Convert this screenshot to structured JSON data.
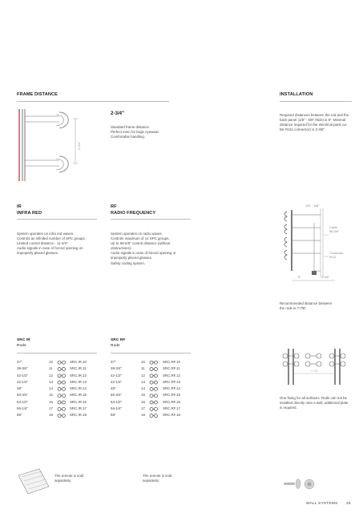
{
  "frame_distance": {
    "heading": "FRAME DISTANCE",
    "value": "2-3/4\"",
    "dim_label": "2-3/4\"",
    "lines": [
      "Standard frame distance.",
      "Perfect even for large eyewear.",
      "Comfortable handling."
    ]
  },
  "installation": {
    "heading": "INSTALLATION",
    "lines": [
      "Required distances between the rod and the",
      "back panel (1/8\" - 5/8\" thick) is 8\". Minimal",
      "distance required for the electrical parts ca-",
      "ble R111 connector) is 2-3/8\"."
    ],
    "top_dim": "1/8\" - 5/8\"",
    "cable_label": "Cable",
    "cable_value": "98-3/8\"",
    "connector_label": "Connector",
    "connector_value": "R111",
    "bottom_dim_left": "8\"",
    "bottom_dim_right": "2-3/8\"",
    "recommended_lines": [
      "Recommended distance between",
      "the rods is 7-7/8\"."
    ],
    "rod_dim": "7-7/8\"",
    "fixing_lines": [
      "One fixing for all surfaces. Rods can not be",
      "installed directly onto a wall, additional plate",
      "is required."
    ]
  },
  "ir": {
    "heading_1": "IR",
    "heading_2": "INFRA RED",
    "lines": [
      "System operates on infra red waves.",
      "Controls an infinited number of SPC groups.",
      "Limited control distance - 11-3/4\".",
      "Audio signals in case of forced opening on",
      "improperly placed glasses."
    ],
    "table_title_1": "SRC IR",
    "table_title_2": "Rods",
    "rows": [
      {
        "size": "37\"",
        "count": "10",
        "code": "SRC.IR.10"
      },
      {
        "size": "39-3/4\"",
        "count": "11",
        "code": "SRC.IR.11"
      },
      {
        "size": "42-1/2\"",
        "count": "12",
        "code": "SRC.IR.12"
      },
      {
        "size": "42-1/4\"",
        "count": "13",
        "code": "SRC.IR.13"
      },
      {
        "size": "48\"",
        "count": "14",
        "code": "SRC.IR.14"
      },
      {
        "size": "50-3/4\"",
        "count": "15",
        "code": "SRC.IR.15"
      },
      {
        "size": "53-1/2\"",
        "count": "16",
        "code": "SRC.IR.16"
      },
      {
        "size": "56-1/4\"",
        "count": "17",
        "code": "SRC.IR.17"
      },
      {
        "size": "58\"",
        "count": "18",
        "code": "SRC.IR.18"
      }
    ],
    "remote_lines": [
      "The remote is sold",
      "separately."
    ]
  },
  "rf": {
    "heading_1": "RF",
    "heading_2": "RADIO FREQUENCY",
    "lines": [
      "System operates on radio waves.",
      "Controls maximum of 14 SPC groups.",
      "Up to 59-5/8\" control distance (without",
      "obstructions).",
      "Audio signals in case of forced opening or",
      "improperly placed glasses.",
      "Safety coding system."
    ],
    "table_title_1": "SRC RF",
    "table_title_2": "Rods",
    "rows": [
      {
        "size": "37\"",
        "count": "10",
        "code": "SRC.RF.10"
      },
      {
        "size": "39-3/4\"",
        "count": "11",
        "code": "SRC.RF.11"
      },
      {
        "size": "42-1/2\"",
        "count": "12",
        "code": "SRC.RF.12"
      },
      {
        "size": "42-1/4\"",
        "count": "13",
        "code": "SRC.RF.13"
      },
      {
        "size": "48\"",
        "count": "14",
        "code": "SRC.RF.14"
      },
      {
        "size": "50-3/4\"",
        "count": "15",
        "code": "SRC.RF.15"
      },
      {
        "size": "53-1/2\"",
        "count": "16",
        "code": "SRC.RF.16"
      },
      {
        "size": "56-1/4\"",
        "count": "17",
        "code": "SRC.RF.17"
      },
      {
        "size": "58\"",
        "count": "18",
        "code": "SRC.RF.18"
      }
    ],
    "remote_lines": [
      "The remote is sold",
      "separately."
    ]
  },
  "footer": {
    "section": "WALL SYSTEMS",
    "page": "25"
  },
  "colors": {
    "accent": "#c8242b",
    "rule": "#bdbdbd",
    "text": "#4a4a4a"
  }
}
